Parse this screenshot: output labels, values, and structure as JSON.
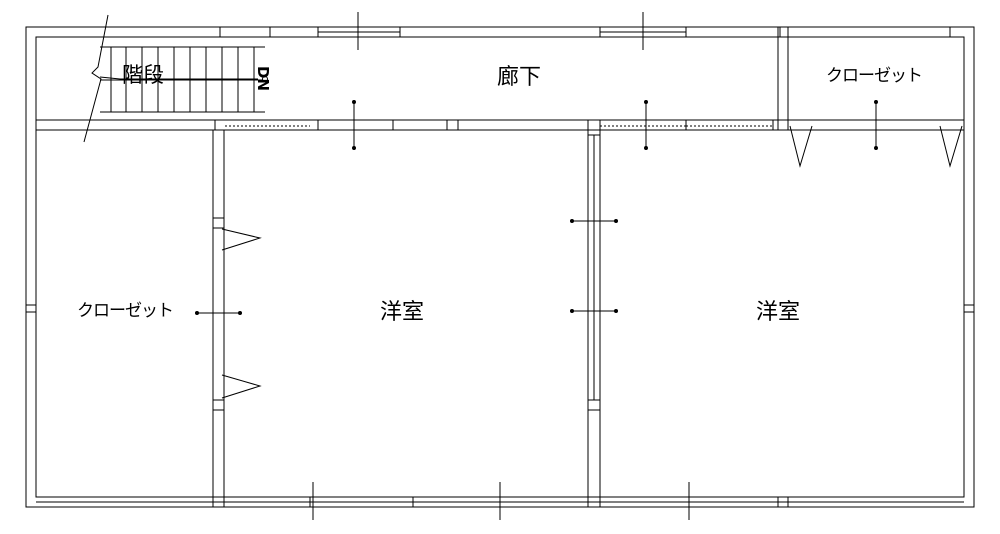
{
  "rooms": {
    "stairs": "階段",
    "stairs_direction": "DN",
    "hallway": "廊下",
    "closet_top": "クローゼット",
    "closet_left": "クローゼット",
    "western_room_1": "洋室",
    "western_room_2": "洋室"
  },
  "colors": {
    "line": "#000000",
    "background": "#ffffff"
  }
}
